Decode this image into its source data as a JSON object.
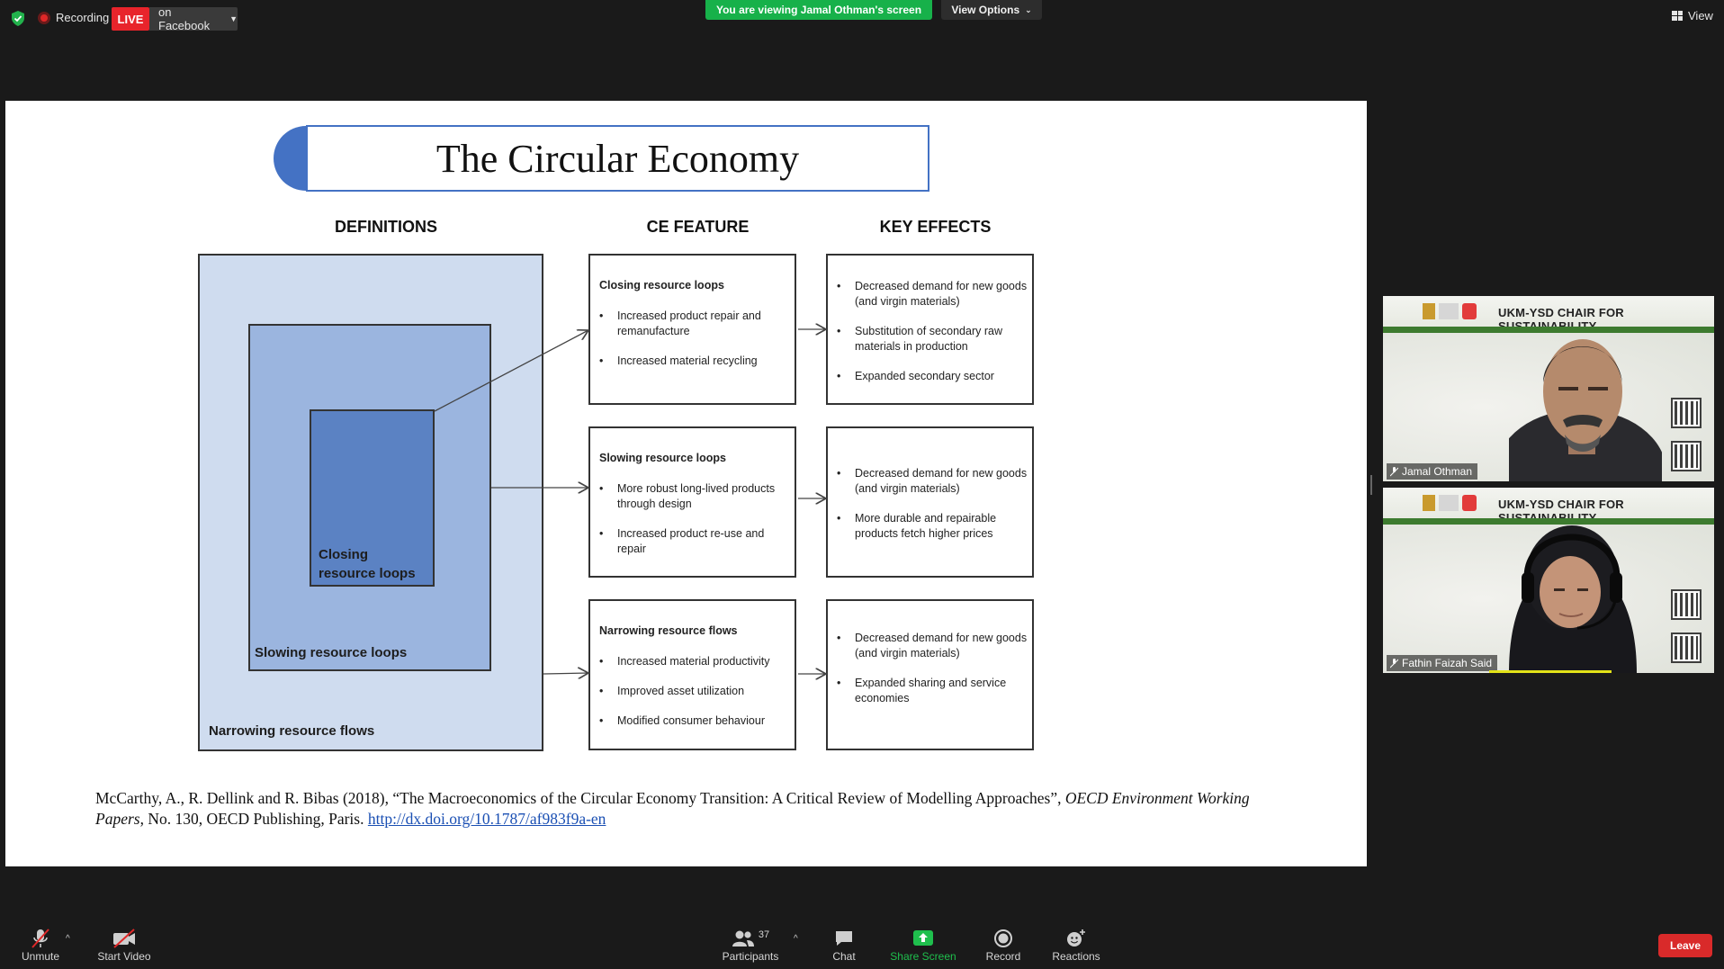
{
  "topbar": {
    "recording_label": "Recording",
    "live_label": "LIVE",
    "live_target": "on Facebook",
    "viewing_banner": "You are viewing Jamal Othman's screen",
    "view_options": "View Options",
    "view_label": "View",
    "colors": {
      "live": "#e8242b",
      "viewing": "#17b14a"
    }
  },
  "slide": {
    "title": "The Circular Economy",
    "headers": {
      "definitions": "DEFINITIONS",
      "feature": "CE FEATURE",
      "effects": "KEY EFFECTS"
    },
    "definitions": {
      "outer": "Narrowing resource flows",
      "middle": "Slowing resource loops",
      "inner": "Closing resource loops"
    },
    "features": [
      {
        "title": "Closing  resource loops",
        "items": [
          "Increased product repair and remanufacture",
          "Increased material recycling"
        ]
      },
      {
        "title": "Slowing  resource loops",
        "items": [
          "More robust long-lived products through design",
          "Increased product re-use and repair"
        ]
      },
      {
        "title": "Narrowing resource flows",
        "items": [
          "Increased material productivity",
          "Improved asset utilization",
          "Modified consumer behaviour"
        ]
      }
    ],
    "effects": [
      {
        "items": [
          "Decreased demand for new goods (and virgin materials)",
          "Substitution of secondary raw materials in production",
          "Expanded secondary sector"
        ]
      },
      {
        "items": [
          "Decreased demand for new goods (and virgin materials)",
          "More durable and repairable products fetch higher prices"
        ]
      },
      {
        "items": [
          "Decreased demand for new goods (and virgin materials)",
          "Expanded sharing and service economies"
        ]
      }
    ],
    "citation": {
      "text_before": "McCarthy, A., R. Dellink and R. Bibas (2018), “The Macroeconomics of the Circular Economy Transition: A Critical Review of Modelling Approaches”, ",
      "journal": "OECD Environment Working Papers",
      "text_after": ", No. 130, OECD Publishing, Paris. ",
      "link": "http://dx.doi.org/10.1787/af983f9a-en"
    }
  },
  "participants_video": [
    {
      "name": "Jamal Othman",
      "banner": "UKM-YSD CHAIR FOR SUSTAINABILITY"
    },
    {
      "name": "Fathin Faizah Said",
      "banner": "UKM-YSD CHAIR FOR SUSTAINABILITY"
    }
  ],
  "toolbar": {
    "unmute": "Unmute",
    "start_video": "Start Video",
    "participants": "Participants",
    "participants_count": "37",
    "chat": "Chat",
    "share_screen": "Share Screen",
    "record": "Record",
    "reactions": "Reactions",
    "leave": "Leave"
  }
}
